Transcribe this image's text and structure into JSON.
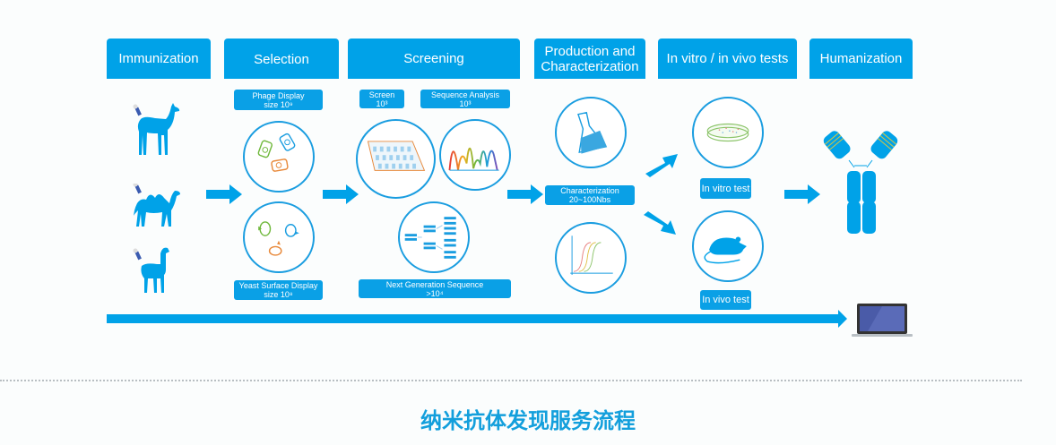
{
  "stages": [
    {
      "label": "Immunization"
    },
    {
      "label": "Selection"
    },
    {
      "label": "Screening"
    },
    {
      "label": "Production and Characterization"
    },
    {
      "label": "In vitro / in vivo tests"
    },
    {
      "label": "Humanization"
    }
  ],
  "labels": {
    "phage_display": {
      "line1": "Phage Display",
      "line2": "size 10⁹"
    },
    "yeast_display": {
      "line1": "Yeast Surface Display",
      "line2": "size 10⁸"
    },
    "screen": {
      "line1": "Screen",
      "line2": "10³"
    },
    "sequence_analysis": {
      "line1": "Sequence Analysis",
      "line2": "10³"
    },
    "ngs": {
      "line1": "Next Generation Sequence",
      "line2": ">10⁴"
    },
    "characterization": {
      "line1": "Characterization",
      "line2": "20~100Nbs"
    },
    "in_vitro": {
      "line1": "In vitro test"
    },
    "in_vivo": {
      "line1": "In vivo test"
    }
  },
  "icons": {
    "animals": [
      "llama-icon",
      "camel-icon",
      "alpaca-icon"
    ],
    "selection": [
      "phage-display-icon",
      "yeast-display-icon"
    ],
    "screening": [
      "screen-plate-icon",
      "sequence-chromatogram-icon",
      "ngs-tree-icon"
    ],
    "production": [
      "flask-icon",
      "binding-curve-icon"
    ],
    "tests": [
      "petri-dish-icon",
      "mouse-icon"
    ],
    "final": [
      "antibody-icon",
      "laptop-icon"
    ]
  },
  "colors": {
    "accent": "#00a2e8",
    "title": "#139fdc"
  },
  "footer": {
    "title": "纳米抗体发现服务流程"
  }
}
